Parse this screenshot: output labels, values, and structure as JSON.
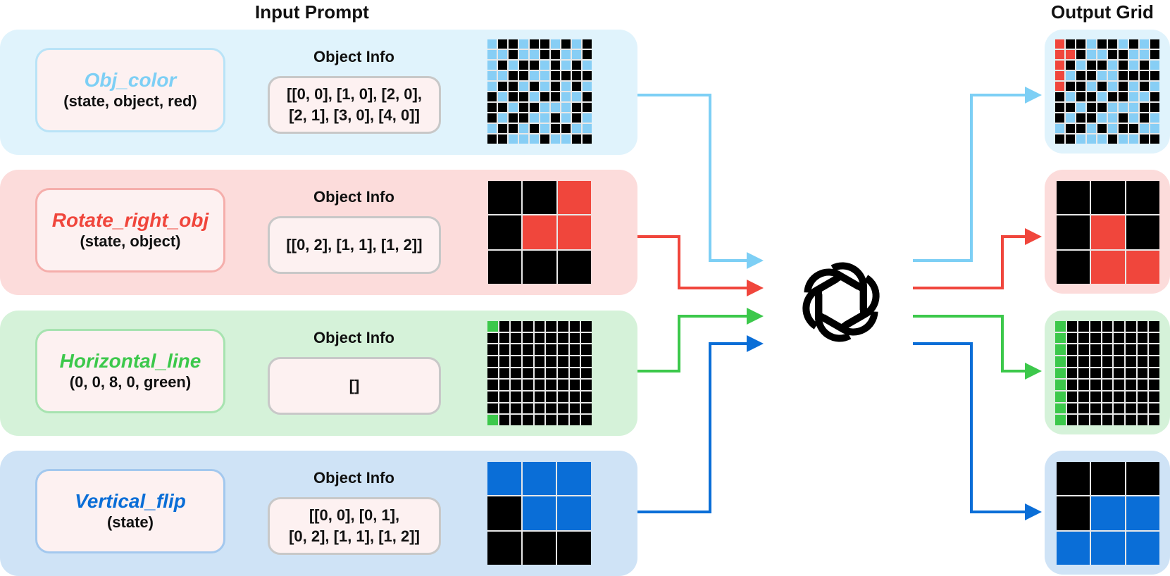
{
  "headers": {
    "input": "Input Prompt",
    "output": "Output Grid"
  },
  "rows": [
    {
      "id": "obj-color",
      "fn_name": "Obj_color",
      "fn_args": "(state, object, red)",
      "info_title": "Object Info",
      "info_text": "[[0, 0], [1, 0], [2, 0],\n[2, 1], [3, 0], [4, 0]]",
      "accent": "#7dcff5",
      "panel_bg": "#e0f3fc",
      "box_border": "#b9e3f7",
      "input_grid": {
        "size": 10,
        "colors": {
          "0": "#000000",
          "1": "#87cef5",
          "2": "#f0463c"
        },
        "cells": [
          [
            1,
            0,
            0,
            1,
            0,
            0,
            1,
            0,
            1,
            0
          ],
          [
            1,
            1,
            0,
            1,
            1,
            0,
            0,
            1,
            1,
            0
          ],
          [
            1,
            0,
            1,
            0,
            0,
            1,
            0,
            1,
            0,
            1
          ],
          [
            1,
            1,
            0,
            0,
            1,
            1,
            0,
            0,
            0,
            0
          ],
          [
            1,
            0,
            0,
            1,
            0,
            1,
            0,
            1,
            0,
            1
          ],
          [
            0,
            1,
            0,
            0,
            1,
            0,
            0,
            1,
            1,
            0
          ],
          [
            0,
            0,
            1,
            0,
            0,
            1,
            1,
            1,
            0,
            0
          ],
          [
            0,
            1,
            0,
            0,
            1,
            1,
            0,
            1,
            0,
            1
          ],
          [
            1,
            0,
            0,
            1,
            0,
            1,
            0,
            0,
            1,
            1
          ],
          [
            0,
            0,
            1,
            1,
            1,
            0,
            1,
            1,
            0,
            0
          ]
        ]
      },
      "output_grid": {
        "size": 10,
        "colors": {
          "0": "#000000",
          "1": "#87cef5",
          "2": "#f0463c"
        },
        "cells": [
          [
            2,
            0,
            0,
            1,
            0,
            0,
            1,
            0,
            1,
            0
          ],
          [
            2,
            2,
            0,
            1,
            1,
            0,
            0,
            1,
            1,
            0
          ],
          [
            2,
            0,
            1,
            0,
            0,
            1,
            0,
            1,
            0,
            1
          ],
          [
            2,
            1,
            0,
            0,
            1,
            1,
            0,
            0,
            0,
            0
          ],
          [
            2,
            0,
            0,
            1,
            0,
            1,
            0,
            1,
            0,
            1
          ],
          [
            0,
            1,
            0,
            0,
            1,
            0,
            0,
            1,
            1,
            0
          ],
          [
            0,
            0,
            1,
            0,
            0,
            1,
            1,
            1,
            0,
            0
          ],
          [
            0,
            1,
            0,
            0,
            1,
            1,
            0,
            1,
            0,
            1
          ],
          [
            1,
            0,
            0,
            1,
            0,
            1,
            0,
            0,
            1,
            1
          ],
          [
            0,
            0,
            1,
            1,
            1,
            0,
            1,
            1,
            0,
            0
          ]
        ]
      }
    },
    {
      "id": "rotate-right",
      "fn_name": "Rotate_right_obj",
      "fn_args": "(state, object)",
      "info_title": "Object Info",
      "info_text": "[[0, 2], [1, 1], [1, 2]]",
      "accent": "#f0463c",
      "panel_bg": "#fcdcdb",
      "box_border": "#f5aeab",
      "input_grid": {
        "size": 3,
        "colors": {
          "0": "#000000",
          "1": "#f0463c"
        },
        "cells": [
          [
            0,
            0,
            1
          ],
          [
            0,
            1,
            1
          ],
          [
            0,
            0,
            0
          ]
        ]
      },
      "output_grid": {
        "size": 3,
        "colors": {
          "0": "#000000",
          "1": "#f0463c"
        },
        "cells": [
          [
            0,
            0,
            0
          ],
          [
            0,
            1,
            0
          ],
          [
            0,
            1,
            1
          ]
        ]
      }
    },
    {
      "id": "horizontal-line",
      "fn_name": "Horizontal_line",
      "fn_args": "(0, 0, 8, 0, green)",
      "info_title": "Object Info",
      "info_text": "[]",
      "accent": "#3cc84b",
      "panel_bg": "#d5f2d9",
      "box_border": "#a7e3b0",
      "input_grid": {
        "size": 9,
        "colors": {
          "0": "#000000",
          "1": "#3cc84b"
        },
        "cells": [
          [
            1,
            0,
            0,
            0,
            0,
            0,
            0,
            0,
            0
          ],
          [
            0,
            0,
            0,
            0,
            0,
            0,
            0,
            0,
            0
          ],
          [
            0,
            0,
            0,
            0,
            0,
            0,
            0,
            0,
            0
          ],
          [
            0,
            0,
            0,
            0,
            0,
            0,
            0,
            0,
            0
          ],
          [
            0,
            0,
            0,
            0,
            0,
            0,
            0,
            0,
            0
          ],
          [
            0,
            0,
            0,
            0,
            0,
            0,
            0,
            0,
            0
          ],
          [
            0,
            0,
            0,
            0,
            0,
            0,
            0,
            0,
            0
          ],
          [
            0,
            0,
            0,
            0,
            0,
            0,
            0,
            0,
            0
          ],
          [
            1,
            0,
            0,
            0,
            0,
            0,
            0,
            0,
            0
          ]
        ]
      },
      "output_grid": {
        "size": 9,
        "colors": {
          "0": "#000000",
          "1": "#3cc84b"
        },
        "cells": [
          [
            1,
            0,
            0,
            0,
            0,
            0,
            0,
            0,
            0
          ],
          [
            1,
            0,
            0,
            0,
            0,
            0,
            0,
            0,
            0
          ],
          [
            1,
            0,
            0,
            0,
            0,
            0,
            0,
            0,
            0
          ],
          [
            1,
            0,
            0,
            0,
            0,
            0,
            0,
            0,
            0
          ],
          [
            1,
            0,
            0,
            0,
            0,
            0,
            0,
            0,
            0
          ],
          [
            1,
            0,
            0,
            0,
            0,
            0,
            0,
            0,
            0
          ],
          [
            1,
            0,
            0,
            0,
            0,
            0,
            0,
            0,
            0
          ],
          [
            1,
            0,
            0,
            0,
            0,
            0,
            0,
            0,
            0
          ],
          [
            1,
            0,
            0,
            0,
            0,
            0,
            0,
            0,
            0
          ]
        ]
      }
    },
    {
      "id": "vertical-flip",
      "fn_name": "Vertical_flip",
      "fn_args": "(state)",
      "info_title": "Object Info",
      "info_text": "[[0, 0], [0, 1],\n[0, 2], [1, 1], [1, 2]]",
      "accent": "#0a6ed7",
      "panel_bg": "#cfe3f6",
      "box_border": "#a3c8ee",
      "input_grid": {
        "size": 3,
        "colors": {
          "0": "#000000",
          "1": "#0a6ed7"
        },
        "cells": [
          [
            1,
            1,
            1
          ],
          [
            0,
            1,
            1
          ],
          [
            0,
            0,
            0
          ]
        ]
      },
      "output_grid": {
        "size": 3,
        "colors": {
          "0": "#000000",
          "1": "#0a6ed7"
        },
        "cells": [
          [
            0,
            0,
            0
          ],
          [
            0,
            1,
            1
          ],
          [
            1,
            1,
            1
          ]
        ]
      }
    }
  ],
  "model_icon": "openai-logo-icon"
}
